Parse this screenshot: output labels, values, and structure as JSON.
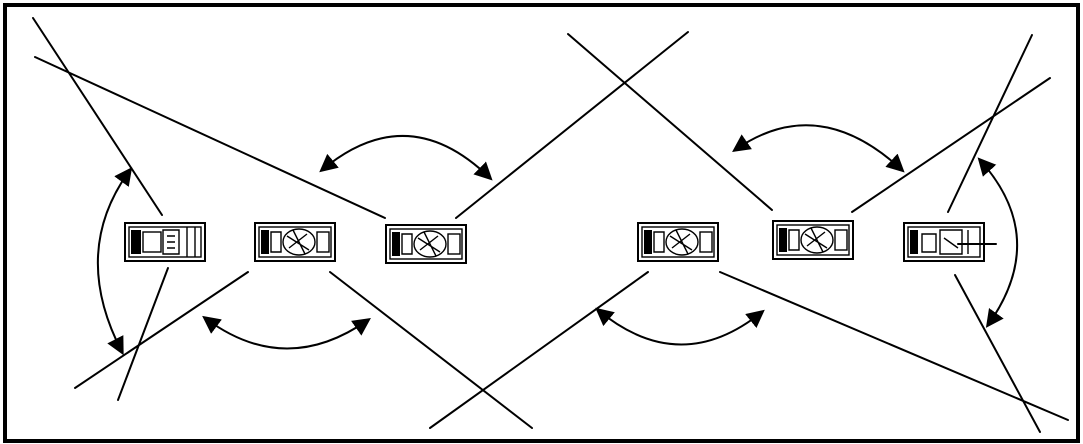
{
  "diagram": {
    "kind": "vehicle-formation-fields-of-fire",
    "vehicle_count": 6,
    "sector_line_count": 12,
    "rotation_arrow_count": 6,
    "colors": {
      "ink": "#000000",
      "background": "#ffffff"
    },
    "vehicles": [
      {
        "icon": "tracked-vehicle-icon",
        "turret": false
      },
      {
        "icon": "tracked-vehicle-turret-icon",
        "turret": true
      },
      {
        "icon": "tracked-vehicle-turret-icon",
        "turret": true
      },
      {
        "icon": "tracked-vehicle-turret-icon",
        "turret": true
      },
      {
        "icon": "tracked-vehicle-turret-icon",
        "turret": true
      },
      {
        "icon": "tracked-vehicle-gun-icon",
        "turret": false
      }
    ]
  }
}
